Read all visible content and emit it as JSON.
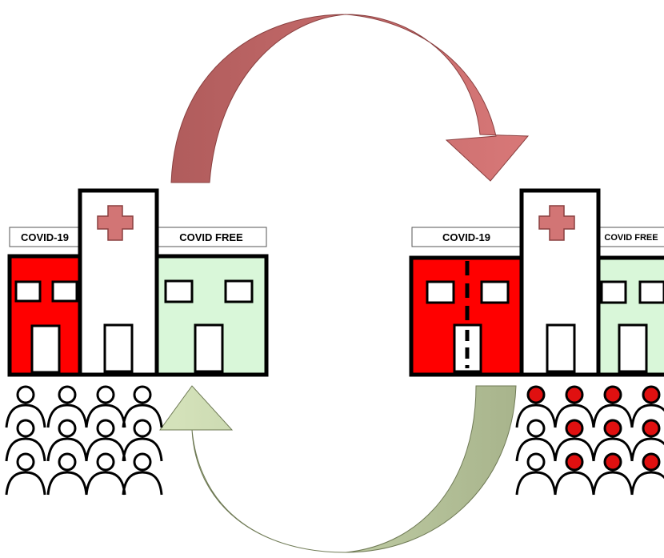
{
  "left_hospital": {
    "covid_label": "COVID-19",
    "free_label": "COVID FREE"
  },
  "right_hospital": {
    "covid_label": "COVID-19",
    "free_label": "COVID FREE"
  },
  "colors": {
    "covid_wing": "#ff0000",
    "free_wing": "#d9f7d9",
    "cross": "#d27575",
    "arrow_top": "#c86868",
    "arrow_bottom": "#b7c8a0",
    "infected_head": "#e01010"
  },
  "icons": [
    "medical-cross-icon",
    "person-icon",
    "curved-arrow-icon"
  ]
}
